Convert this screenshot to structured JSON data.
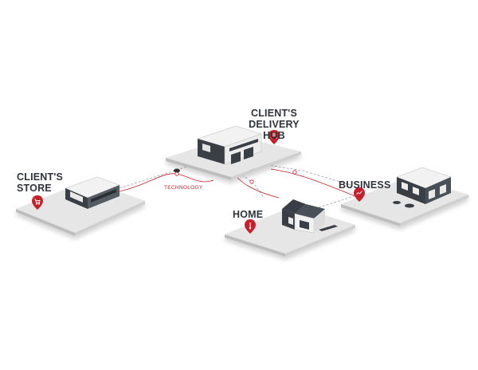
{
  "labels": {
    "delivery_hub_line1": "CLIENT'S DELIVERY",
    "delivery_hub_line2": "HUB",
    "store_line1": "CLIENT'S",
    "store_line2": "STORE",
    "home": "HOME",
    "business": "BUSINESS",
    "technology": "TECHNOLOGY"
  },
  "colors": {
    "accent": "#c8202b",
    "building_dark": "#3a3f46",
    "building_light": "#f4f4f4",
    "platform_top": "#e4e4e4",
    "platform_side": "#b8b8b8",
    "connector": "#9a9a9a"
  },
  "icons": {
    "store_pin": "cart-icon",
    "hub_pin": "box-icon",
    "home_pin": "pen-icon",
    "business_pin": "chart-icon"
  }
}
